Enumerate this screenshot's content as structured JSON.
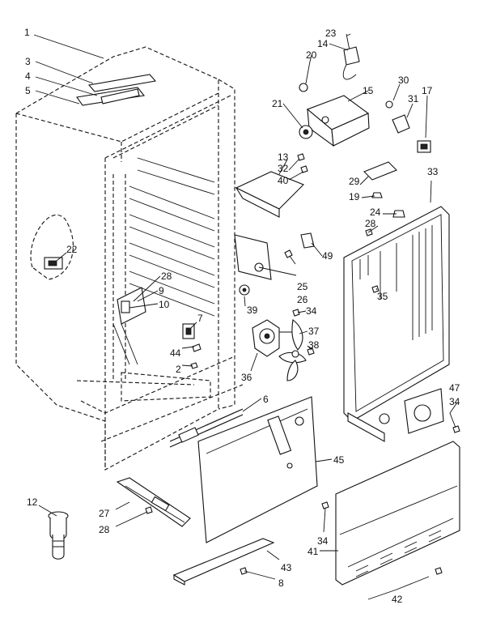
{
  "diagram": {
    "callouts": [
      {
        "id": "c1",
        "text": "1"
      },
      {
        "id": "c3",
        "text": "3"
      },
      {
        "id": "c4",
        "text": "4"
      },
      {
        "id": "c5",
        "text": "5"
      },
      {
        "id": "c23",
        "text": "23"
      },
      {
        "id": "c14",
        "text": "14"
      },
      {
        "id": "c20",
        "text": "20"
      },
      {
        "id": "c15",
        "text": "15"
      },
      {
        "id": "c30",
        "text": "30"
      },
      {
        "id": "c31",
        "text": "31"
      },
      {
        "id": "c17",
        "text": "17"
      },
      {
        "id": "c21",
        "text": "21"
      },
      {
        "id": "c13",
        "text": "13"
      },
      {
        "id": "c32",
        "text": "32"
      },
      {
        "id": "c40",
        "text": "40"
      },
      {
        "id": "c29",
        "text": "29"
      },
      {
        "id": "c19",
        "text": "19"
      },
      {
        "id": "c33",
        "text": "33"
      },
      {
        "id": "c24",
        "text": "24"
      },
      {
        "id": "c28a",
        "text": "28"
      },
      {
        "id": "c22",
        "text": "22"
      },
      {
        "id": "c49",
        "text": "49"
      },
      {
        "id": "c25",
        "text": "25"
      },
      {
        "id": "c26",
        "text": "26"
      },
      {
        "id": "c28b",
        "text": "28"
      },
      {
        "id": "c9",
        "text": "9"
      },
      {
        "id": "c10",
        "text": "10"
      },
      {
        "id": "c39",
        "text": "39"
      },
      {
        "id": "c34a",
        "text": "34"
      },
      {
        "id": "c35",
        "text": "35"
      },
      {
        "id": "c7",
        "text": "7"
      },
      {
        "id": "c37",
        "text": "37"
      },
      {
        "id": "c38",
        "text": "38"
      },
      {
        "id": "c44",
        "text": "44"
      },
      {
        "id": "c2",
        "text": "2"
      },
      {
        "id": "c36",
        "text": "36"
      },
      {
        "id": "c6",
        "text": "6"
      },
      {
        "id": "c47",
        "text": "47"
      },
      {
        "id": "c34b",
        "text": "34"
      },
      {
        "id": "c45",
        "text": "45"
      },
      {
        "id": "c12",
        "text": "12"
      },
      {
        "id": "c27",
        "text": "27"
      },
      {
        "id": "c28c",
        "text": "28"
      },
      {
        "id": "c34c",
        "text": "34"
      },
      {
        "id": "c41",
        "text": "41"
      },
      {
        "id": "c43",
        "text": "43"
      },
      {
        "id": "c8",
        "text": "8"
      },
      {
        "id": "c42",
        "text": "42"
      }
    ]
  }
}
